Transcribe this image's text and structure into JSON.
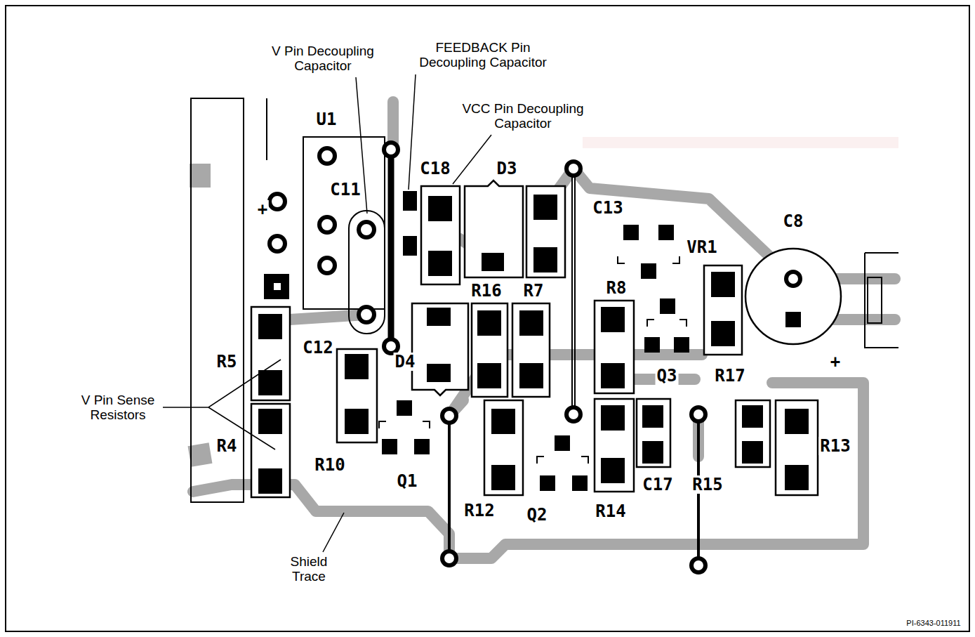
{
  "diagram": {
    "labels": [
      "V Pin Decoupling Capacitor",
      "FEEDBACK Pin Decoupling Capacitor",
      "VCC Pin Decoupling Capacitor",
      "V Pin Sense Resistors",
      "Shield Trace",
      "U1",
      "C11",
      "C18",
      "D3",
      "C13",
      "C8",
      "VR1",
      "R16",
      "R7",
      "R8",
      "+",
      "R5",
      "C12",
      "D4",
      "R17",
      "Q3",
      "+",
      "R4",
      "R10",
      "Q1",
      "R12",
      "Q2",
      "R14",
      "C17",
      "R15",
      "R13",
      "PI-6343-011911"
    ]
  }
}
